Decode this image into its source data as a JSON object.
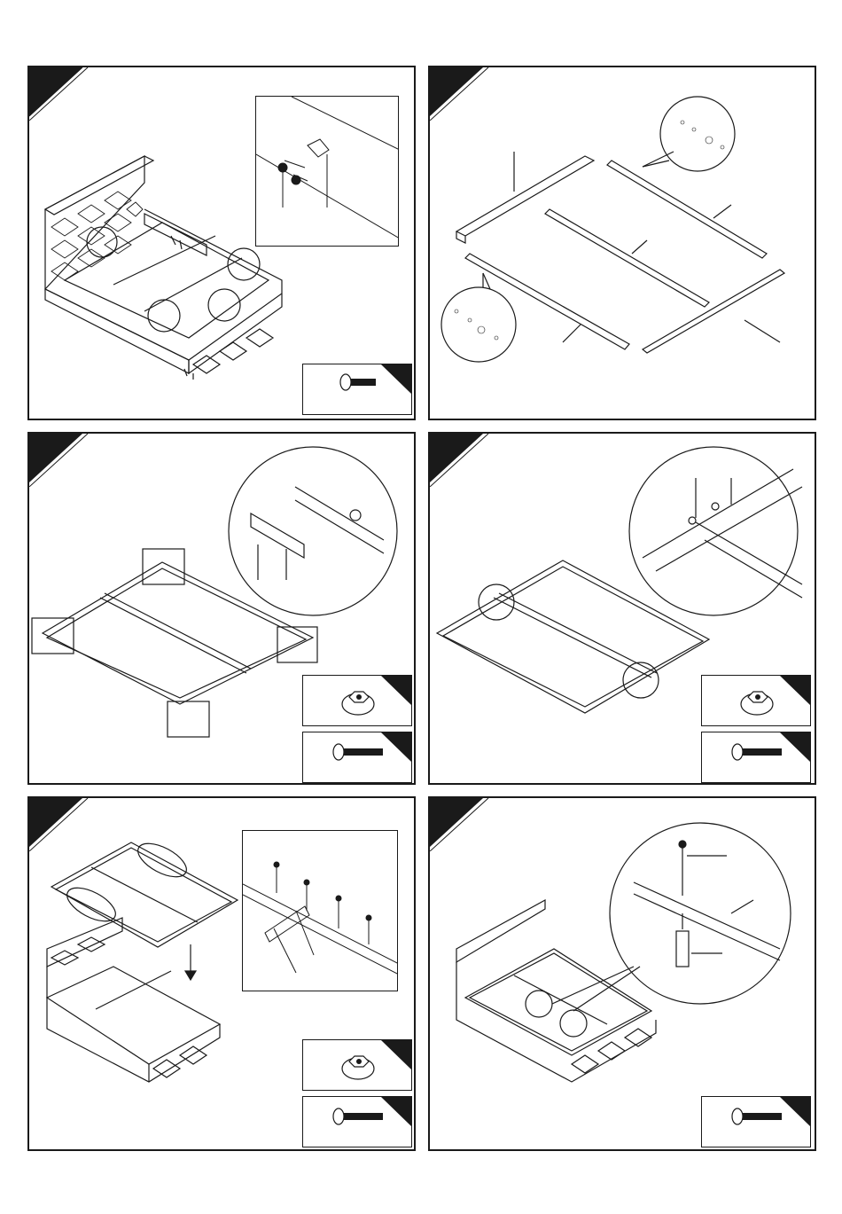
{
  "document": {
    "steps": [
      {
        "id": "step-1",
        "hardware": [
          "bolt-icon"
        ]
      },
      {
        "id": "step-2",
        "hardware": []
      },
      {
        "id": "step-3",
        "hardware": [
          "nut-icon",
          "bolt-icon"
        ]
      },
      {
        "id": "step-4",
        "hardware": [
          "nut-icon",
          "bolt-icon"
        ]
      },
      {
        "id": "step-5",
        "hardware": [
          "nut-icon",
          "bolt-icon"
        ]
      },
      {
        "id": "step-6",
        "hardware": [
          "bolt-icon"
        ]
      }
    ]
  }
}
